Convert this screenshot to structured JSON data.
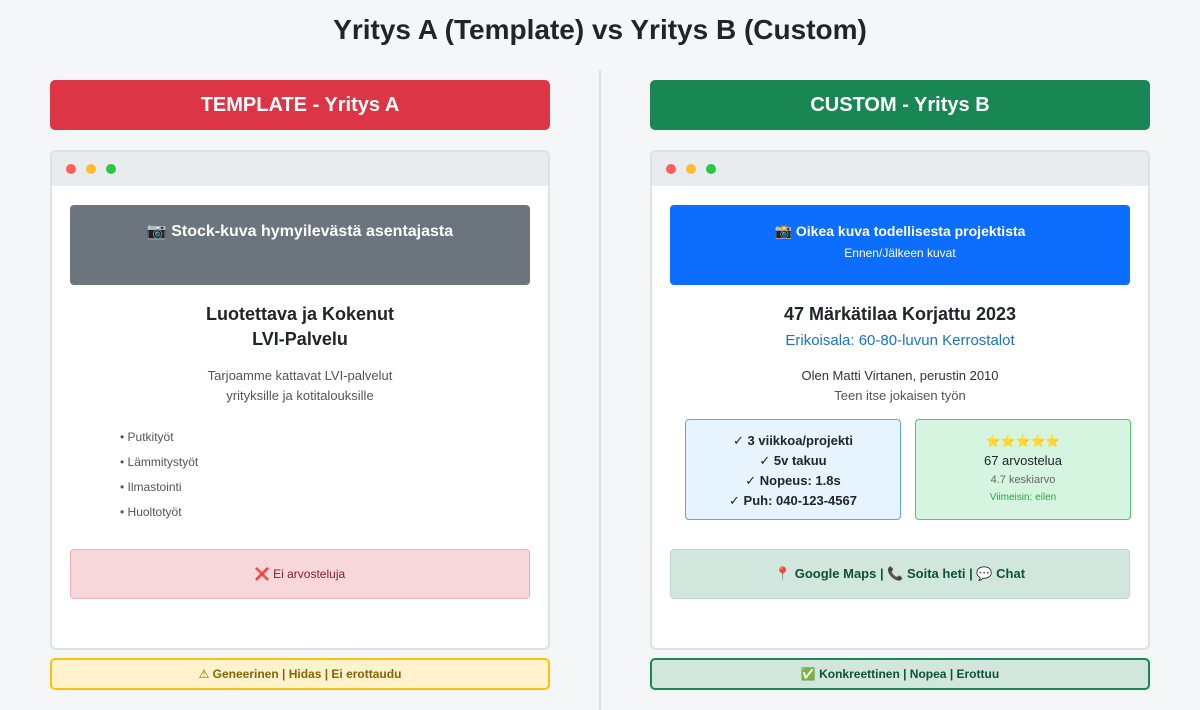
{
  "title": "Yritys A (Template) vs Yritys B (Custom)",
  "left": {
    "header": "TEMPLATE - Yritys A",
    "hero_title": "📷 Stock-kuva hymyilevästä asentajasta",
    "headline_1": "Luotettava ja Kokenut",
    "headline_2": "LVI-Palvelu",
    "sub_1": "Tarjoamme kattavat LVI-palvelut",
    "sub_2": "yrityksille ja kotitalouksille",
    "services": [
      "• Putkityöt",
      "• Lämmitystyöt",
      "• Ilmastointi",
      "• Huoltotyöt"
    ],
    "reviews": "❌ Ei arvosteluja",
    "verdict": "⚠ Geneerinen | Hidas | Ei erottaudu"
  },
  "right": {
    "header": "CUSTOM - Yritys B",
    "hero_title": "📸 Oikea kuva todellisesta projektista",
    "hero_sub": "Ennen/Jälkeen kuvat",
    "headline": "47 Märkätilaa Korjattu 2023",
    "specialty": "Erikoisala: 60-80-luvun Kerrostalot",
    "owner_1": "Olen Matti Virtanen, perustin 2010",
    "owner_2": "Teen itse jokaisen työn",
    "facts": [
      "✓ 3 viikkoa/projekti",
      "✓ 5v takuu",
      "✓ Nopeus: 1.8s",
      "✓ Puh: 040-123-4567"
    ],
    "stars": "⭐⭐⭐⭐⭐",
    "review_count": "67 arvostelua",
    "review_avg": "4.7 keskiarvo",
    "review_latest": "Viimeisin: eilen",
    "contacts": "📍 Google Maps | 📞 Soita heti | 💬 Chat",
    "verdict": "✅ Konkreettinen | Nopea | Erottuu"
  }
}
